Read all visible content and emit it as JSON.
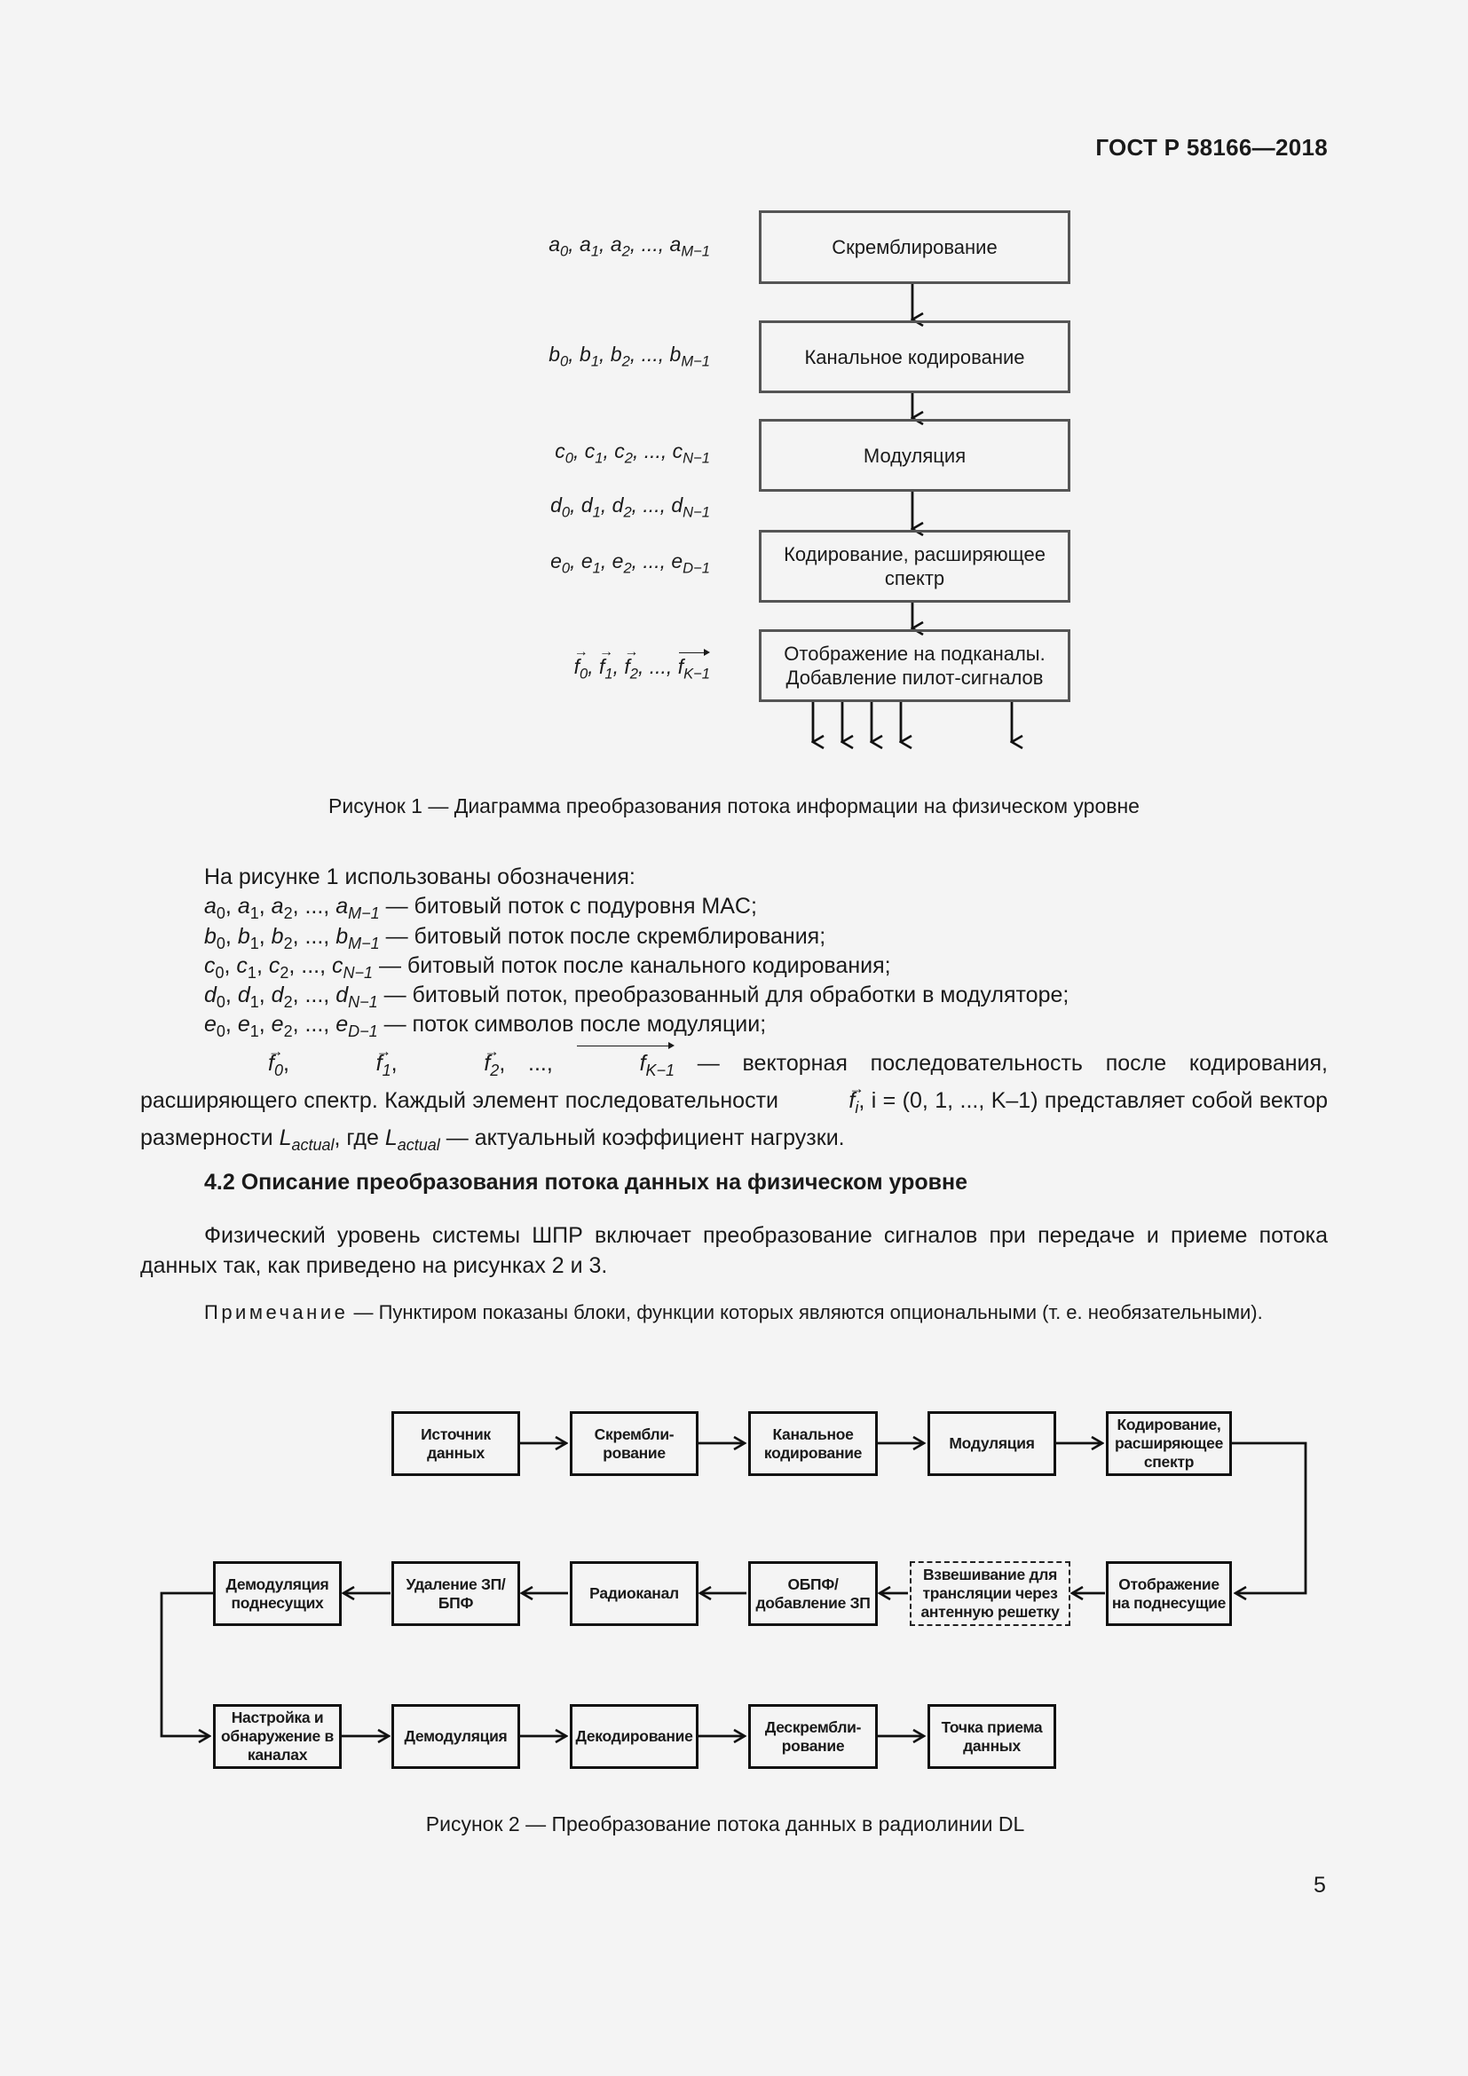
{
  "header": {
    "doc_id": "ГОСТ Р 58166—2018"
  },
  "figure1": {
    "blocks": [
      "Скремблирование",
      "Канальное кодирование",
      "Модуляция",
      "Кодирование, расширяющее спектр",
      "Отображение на подканалы. Добавление пилот-сигналов"
    ],
    "seq": {
      "a": {
        "letter": "a",
        "last": "M−1"
      },
      "b": {
        "letter": "b",
        "last": "M−1"
      },
      "c": {
        "letter": "c",
        "last": "N−1"
      },
      "d": {
        "letter": "d",
        "last": "N−1"
      },
      "e": {
        "letter": "e",
        "last": "D−1"
      },
      "f": {
        "letter": "f",
        "last": "K−1"
      }
    },
    "caption": "Рисунок 1 — Диаграмма преобразования потока информации на физическом уровне"
  },
  "legend": {
    "intro": "На рисунке 1 использованы обозначения:",
    "a_desc": " — битовый поток с подуровня MAC;",
    "b_desc": " — битовый поток после скремблирования;",
    "c_desc": " — битовый поток после канального кодирования;",
    "d_desc": " — битовый поток, преобразованный для обработки в модуляторе;",
    "e_desc": " — поток символов после модуляции;",
    "f_desc": " — векторная последовательность после кодирования, расширяющего спектр.",
    "f_cont1": "Каждый элемент последовательности",
    "f_cont2": ", i = (0, 1, ..., K–1) представляет собой вектор размерности",
    "f_cont3": ", где",
    "f_cont4": " — актуальный коэффициент нагрузки.",
    "L": "L",
    "actual": "actual"
  },
  "section": {
    "heading": "4.2 Описание преобразования потока данных на физическом уровне",
    "para": "Физический уровень системы ШПР включает преобразование сигналов при передаче и приеме потока данных так, как приведено на рисунках 2 и 3.",
    "note_label": "Примечание",
    "note_text": " — Пунктиром показаны блоки, функции которых являются опциональными (т. е. необязательными)."
  },
  "figure2": {
    "row1": [
      "Источник данных",
      "Скрембли-рование",
      "Канальное кодирование",
      "Модуляция",
      "Кодирование, расширяющее спектр"
    ],
    "row2": [
      "Демодуляция поднесущих",
      "Удаление ЗП/БПФ",
      "Радиоканал",
      "ОБПФ/ добавление ЗП",
      "Взвешивание для трансляции через антенную решетку",
      "Отображение на поднесущие"
    ],
    "row3": [
      "Настройка и обнаружение в каналах",
      "Демодуляция",
      "Декодирование",
      "Дескрембли-рование",
      "Точка приема данных"
    ],
    "caption": "Рисунок 2 — Преобразование потока данных в радиолинии DL"
  },
  "page_number": "5"
}
